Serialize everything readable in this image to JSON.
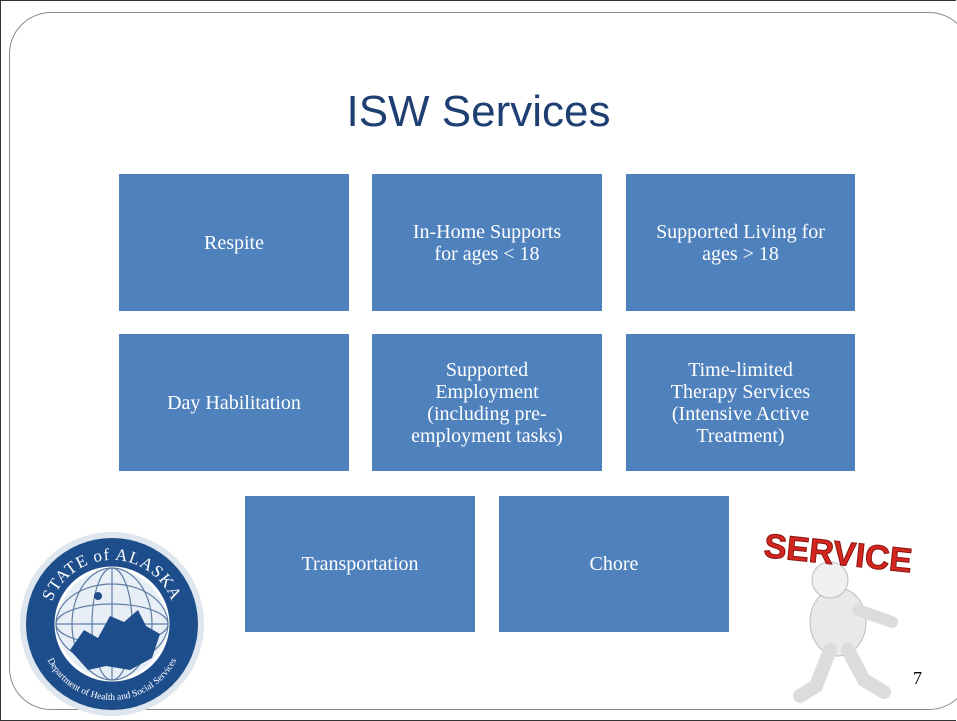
{
  "slide": {
    "title": "ISW Services",
    "page_number": "7"
  },
  "tiles": [
    {
      "label": "Respite"
    },
    {
      "label": "In-Home Supports\nfor ages < 18"
    },
    {
      "label": "Supported Living for\nages > 18"
    },
    {
      "label": "Day Habilitation"
    },
    {
      "label": "Supported\nEmployment\n(including pre-\nemployment tasks)"
    },
    {
      "label": "Time-limited\nTherapy Services\n(Intensive Active\nTreatment)"
    },
    {
      "label": "Transportation"
    },
    {
      "label": "Chore"
    }
  ],
  "seal": {
    "top_text": "STATE of ALASKA",
    "bottom_text": "Department of Health and Social Services"
  },
  "service_graphic": {
    "text": "SERVICE"
  },
  "colors": {
    "title": "#1f3f73",
    "tile": "#4f81bd",
    "service_red": "#d2261f"
  }
}
